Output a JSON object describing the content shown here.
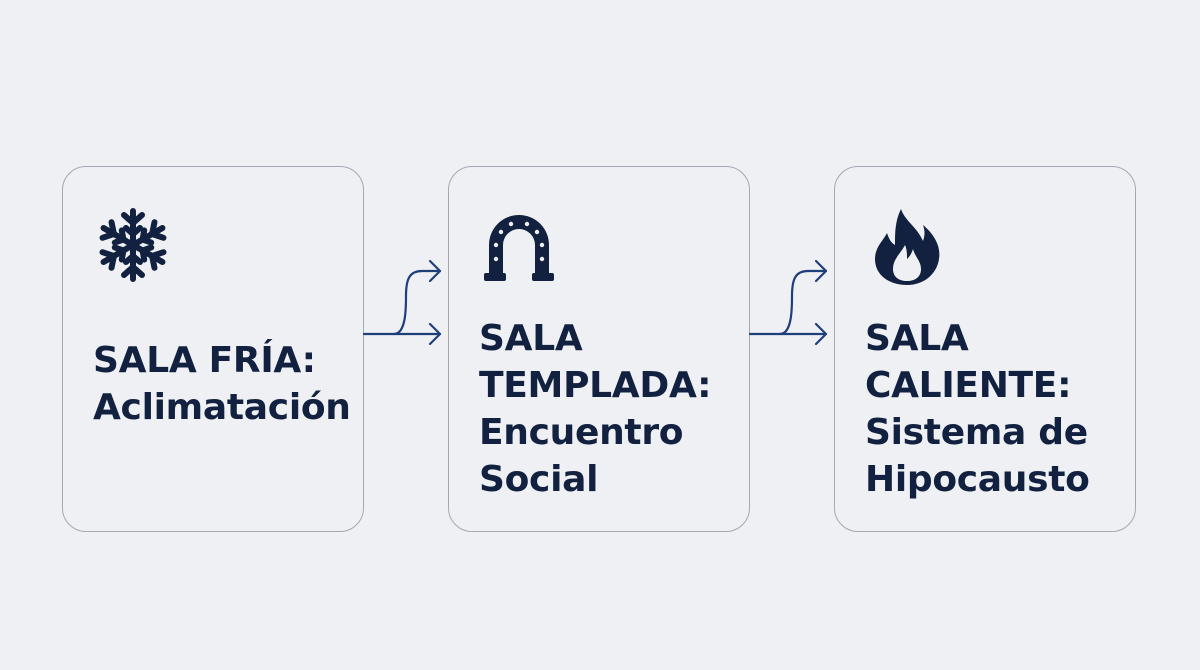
{
  "steps": [
    {
      "icon": "snowflake-icon",
      "title_lines": [
        "SALA FRÍA:",
        "Aclimatación"
      ]
    },
    {
      "icon": "horseshoe-icon",
      "title_lines": [
        "SALA",
        "TEMPLADA:",
        "Encuentro",
        "Social"
      ]
    },
    {
      "icon": "flame-icon",
      "title_lines": [
        "SALA",
        "CALIENTE:",
        "Sistema de",
        "Hipocausto"
      ]
    }
  ],
  "colors": {
    "background": "#eef0f4",
    "card_border": "#a3a8b2",
    "text": "#12213f",
    "icon": "#12213f",
    "arrow": "#1f3f7a"
  }
}
